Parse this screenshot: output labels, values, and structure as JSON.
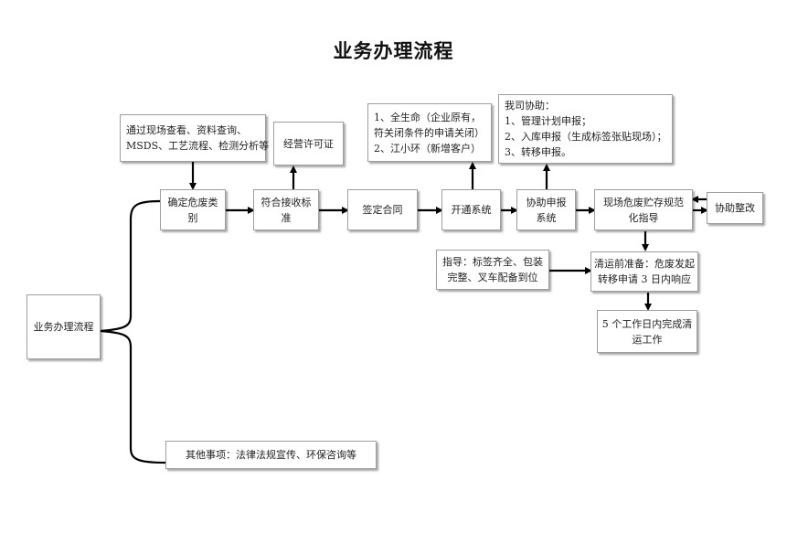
{
  "title": "业务办理流程",
  "nodes": {
    "root": [
      "业务办理流程"
    ],
    "classify": [
      "确定危废类",
      "别"
    ],
    "inspect": [
      "通过现场查看、资料查询、",
      "MSDS、工艺流程、检测分析等"
    ],
    "accept": [
      "符合接收标",
      "准"
    ],
    "license": [
      "经营许可证"
    ],
    "contract": [
      "签定合同"
    ],
    "open_system": [
      "开通系统"
    ],
    "platforms": [
      "1、全生命（企业原有，",
      "符关闭条件的申请关闭）",
      "2、江小环（新增客户）"
    ],
    "assist_system": [
      "协助申报",
      "系统"
    ],
    "company_help": [
      "我司协助：",
      "1、管理计划申报；",
      "2、入库申报（生成标签张贴现场）；",
      "3、转移申报。"
    ],
    "storage_guide": [
      "现场危废贮存规范",
      "化指导"
    ],
    "rectify": [
      "协助整改"
    ],
    "guidance": [
      "指导：标签齐全、包装",
      "完整、叉车配备到位"
    ],
    "pre_transport": [
      "清运前准备：危废发起",
      "转移申请 3 日内响应"
    ],
    "complete": [
      "5 个工作日内完成清",
      "运工作"
    ],
    "other": [
      "其他事项：法律法规宣传、环保咨询等"
    ]
  }
}
